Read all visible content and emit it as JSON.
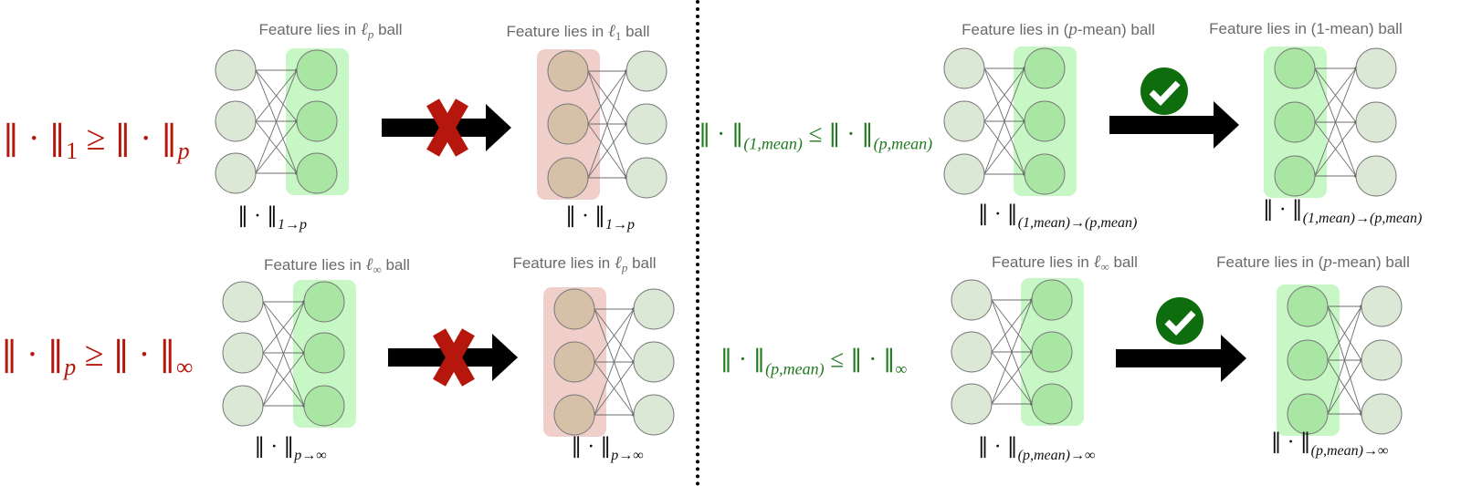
{
  "colors": {
    "invalid": "#b5170c",
    "valid": "#1f7a1f",
    "check_badge": "#0e6e0e",
    "highlight_green": "#c7f7c4",
    "highlight_red": "#f0cfcb",
    "node_light": "#dbe8d6",
    "node_green": "#a9e6a3",
    "node_red": "#d6c1a8",
    "arrow": "#000000"
  },
  "panels": [
    {
      "id": "top-left",
      "formula": {
        "parts": [
          "∥ · ∥",
          "1",
          " ≥ ∥ · ∥",
          "p"
        ],
        "status": "invalid"
      },
      "source_net": {
        "title_prefix": "Feature lies in ",
        "title_symbol": "ℓ",
        "title_sub": "p",
        "title_suffix": " ball",
        "highlight": "output",
        "label_main": "∥ · ∥",
        "label_sub": "1→p"
      },
      "arrow_badge": "cross-icon",
      "target_net": {
        "title_prefix": "Feature lies in ",
        "title_symbol": "ℓ",
        "title_sub": "1",
        "title_suffix": " ball",
        "highlight": "input-invalid",
        "label_main": "∥ · ∥",
        "label_sub": "1→p"
      }
    },
    {
      "id": "bottom-left",
      "formula": {
        "parts": [
          "∥ · ∥",
          "p",
          " ≥ ∥ · ∥",
          "∞"
        ],
        "status": "invalid"
      },
      "source_net": {
        "title_prefix": "Feature lies in ",
        "title_symbol": "ℓ",
        "title_sub": "∞",
        "title_suffix": " ball",
        "highlight": "output",
        "label_main": "∥ · ∥",
        "label_sub": "p→∞"
      },
      "arrow_badge": "cross-icon",
      "target_net": {
        "title_prefix": "Feature lies in ",
        "title_symbol": "ℓ",
        "title_sub": "p",
        "title_suffix": " ball",
        "highlight": "input-invalid",
        "label_main": "∥ · ∥",
        "label_sub": "p→∞"
      }
    },
    {
      "id": "top-right",
      "formula": {
        "parts": [
          "∥ · ∥",
          "(1,mean)",
          " ≤ ∥ · ∥",
          "(p,mean)"
        ],
        "status": "valid"
      },
      "source_net": {
        "title_prefix": "Feature lies in (",
        "title_symbol": "p",
        "title_sub": "",
        "title_suffix": "-mean) ball",
        "highlight": "output",
        "label_main": "∥ · ∥",
        "label_sub": "(1,mean)→(p,mean)"
      },
      "arrow_badge": "check-icon",
      "target_net": {
        "title_prefix": "Feature lies in (1-mean) ball",
        "title_symbol": "",
        "title_sub": "",
        "title_suffix": "",
        "highlight": "input-valid",
        "label_main": "∥ · ∥",
        "label_sub": "(1,mean)→(p,mean)"
      }
    },
    {
      "id": "bottom-right",
      "formula": {
        "parts": [
          "∥ · ∥",
          "(p,mean)",
          " ≤ ∥ · ∥",
          "∞"
        ],
        "status": "valid"
      },
      "source_net": {
        "title_prefix": "Feature lies in ",
        "title_symbol": "ℓ",
        "title_sub": "∞",
        "title_suffix": " ball",
        "highlight": "output",
        "label_main": "∥ · ∥",
        "label_sub": "(p,mean)→∞"
      },
      "arrow_badge": "check-icon",
      "target_net": {
        "title_prefix": "Feature lies in (",
        "title_symbol": "p",
        "title_sub": "",
        "title_suffix": "-mean) ball",
        "highlight": "input-valid",
        "label_main": "∥ · ∥",
        "label_sub": "(p,mean)→∞"
      }
    }
  ]
}
